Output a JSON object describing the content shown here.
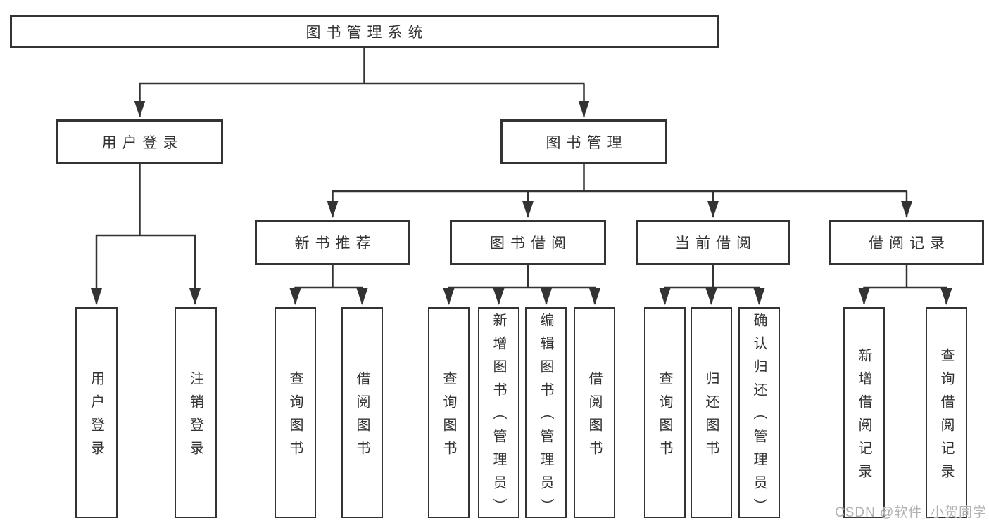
{
  "diagram_type": "functional-structure-tree",
  "colors": {
    "line": "#333333",
    "box_border": "#333333",
    "text": "#333333",
    "background": "#ffffff",
    "watermark": "#b0b0b0"
  },
  "tree": {
    "label": "图书管理系统",
    "children": [
      {
        "label": "用户登录",
        "children": [
          {
            "label": "用户登录"
          },
          {
            "label": "注销登录"
          }
        ]
      },
      {
        "label": "图书管理",
        "children": [
          {
            "label": "新书推荐",
            "children": [
              {
                "label": "查询图书"
              },
              {
                "label": "借阅图书"
              }
            ]
          },
          {
            "label": "图书借阅",
            "children": [
              {
                "label": "查询图书"
              },
              {
                "label": "新增图书（管理员）"
              },
              {
                "label": "编辑图书（管理员）"
              },
              {
                "label": "借阅图书"
              }
            ]
          },
          {
            "label": "当前借阅",
            "children": [
              {
                "label": "查询图书"
              },
              {
                "label": "归还图书"
              },
              {
                "label": "确认归还（管理员）"
              }
            ]
          },
          {
            "label": "借阅记录",
            "children": [
              {
                "label": "新增借阅记录"
              },
              {
                "label": "查询借阅记录"
              }
            ]
          }
        ]
      }
    ]
  },
  "watermark": {
    "text": "CSDN @软件_小贺同学"
  }
}
